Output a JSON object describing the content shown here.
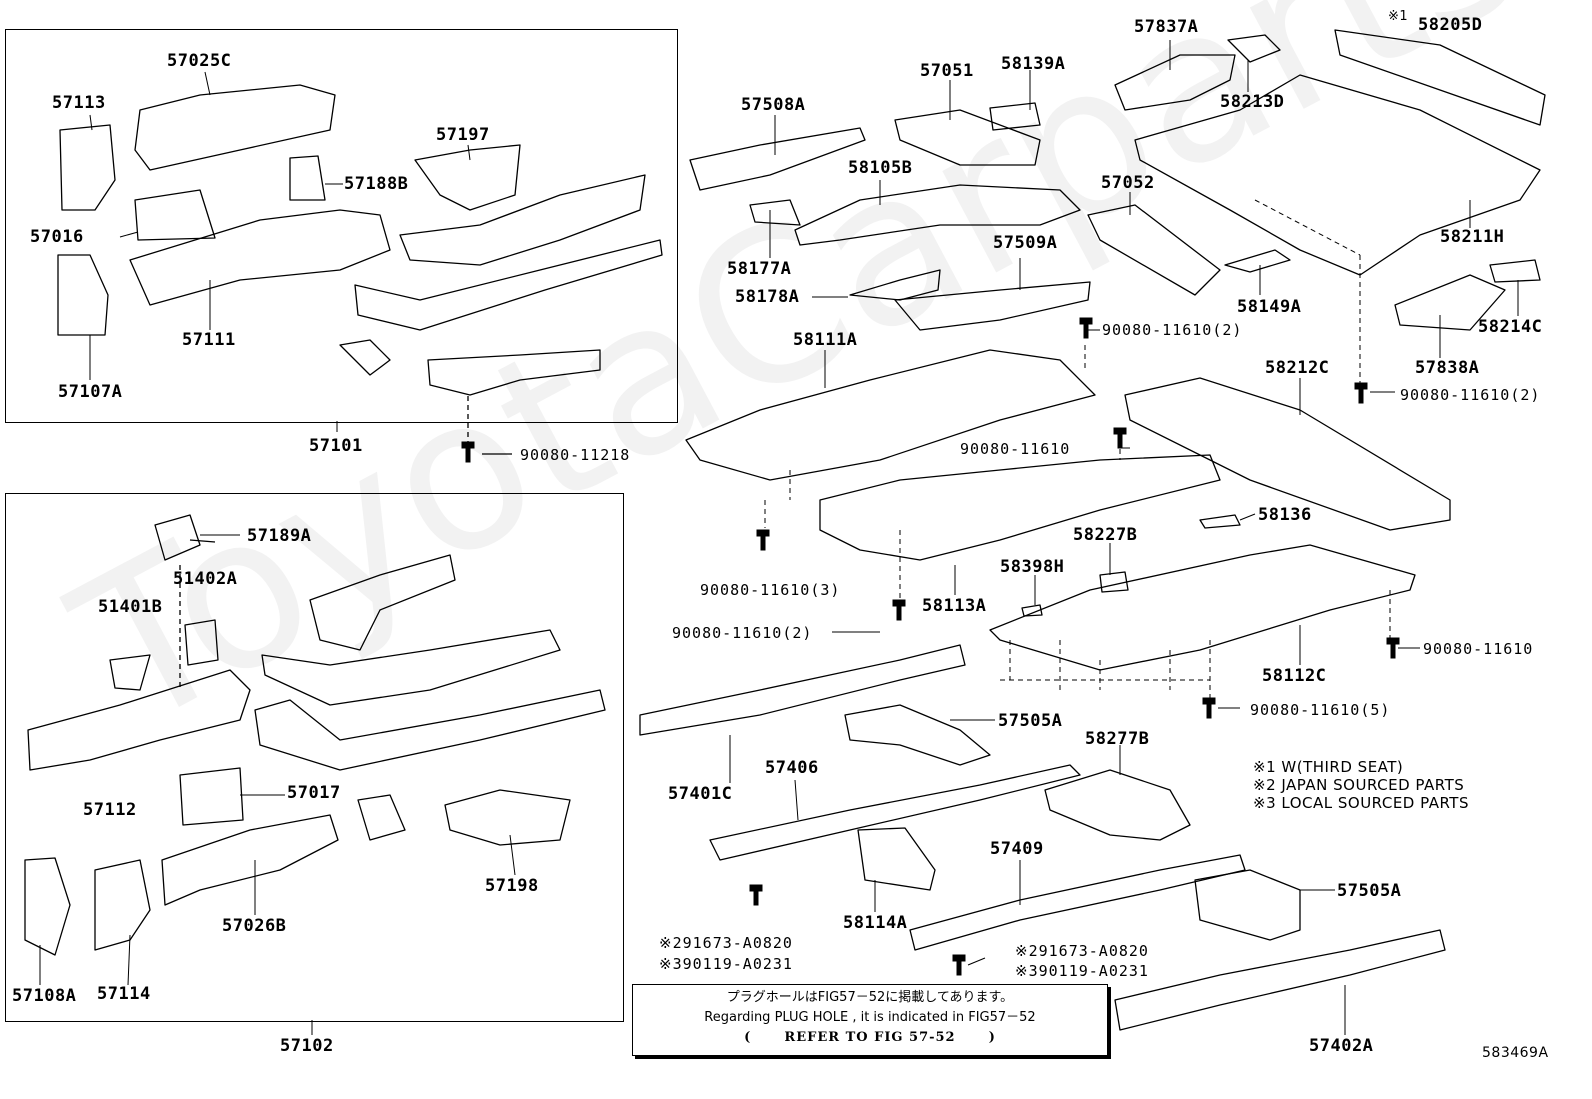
{
  "watermark": "ToyotaCarparts",
  "diagram_id": "583469A",
  "group_labels": {
    "upper": "57101",
    "lower": "57102"
  },
  "parts": {
    "p57025C": "57025C",
    "p57113": "57113",
    "p57197": "57197",
    "p57188B": "57188B",
    "p57016": "57016",
    "p57111": "57111",
    "p57107A": "57107A",
    "p57189A": "57189A",
    "p51402A": "51402A",
    "p51401B": "51401B",
    "p57112": "57112",
    "p57017": "57017",
    "p57198": "57198",
    "p57026B": "57026B",
    "p57108A": "57108A",
    "p57114": "57114",
    "p57837A": "57837A",
    "p58205D": "58205D",
    "p58213D": "58213D",
    "p57051": "57051",
    "p58139A": "58139A",
    "p57508A": "57508A",
    "p58105B": "58105B",
    "p57052": "57052",
    "p58177A": "58177A",
    "p57509A": "57509A",
    "p58178A": "58178A",
    "p58149A": "58149A",
    "p58211H": "58211H",
    "p58214C": "58214C",
    "p57838A": "57838A",
    "p58111A": "58111A",
    "p58212C": "58212C",
    "p58136": "58136",
    "p58227B": "58227B",
    "p58398H": "58398H",
    "p58113A": "58113A",
    "p58112C": "58112C",
    "p57505A_1": "57505A",
    "p57401C": "57401C",
    "p57406": "57406",
    "p58277B": "58277B",
    "p57409": "57409",
    "p58114A": "58114A",
    "p57505A_2": "57505A",
    "p57402A": "57402A"
  },
  "mark_1": "※1",
  "bolts": {
    "b_11218": "90080-11218",
    "b_11610_2a": "90080-11610(2)",
    "b_11610_2b": "90080-11610(2)",
    "b_11610_a": "90080-11610",
    "b_11610_3": "90080-11610(3)",
    "b_11610_2c": "90080-11610(2)",
    "b_11610_b": "90080-11610",
    "b_11610_5": "90080-11610(5)",
    "b_a0820_1": "※291673-A0820",
    "b_a0231_1": "※390119-A0231",
    "b_a0820_2": "※291673-A0820",
    "b_a0231_2": "※390119-A0231"
  },
  "legend": [
    "※1 W(THIRD SEAT)",
    "※2 JAPAN SOURCED PARTS",
    "※3 LOCAL SOURCED PARTS"
  ],
  "note": {
    "line1": "プラグホールはFIG57－52に掲載してあります。",
    "line2": "Regarding PLUG HOLE , it is indicated in FIG57－52",
    "line3": "(      REFER TO FIG 57-52      )"
  }
}
